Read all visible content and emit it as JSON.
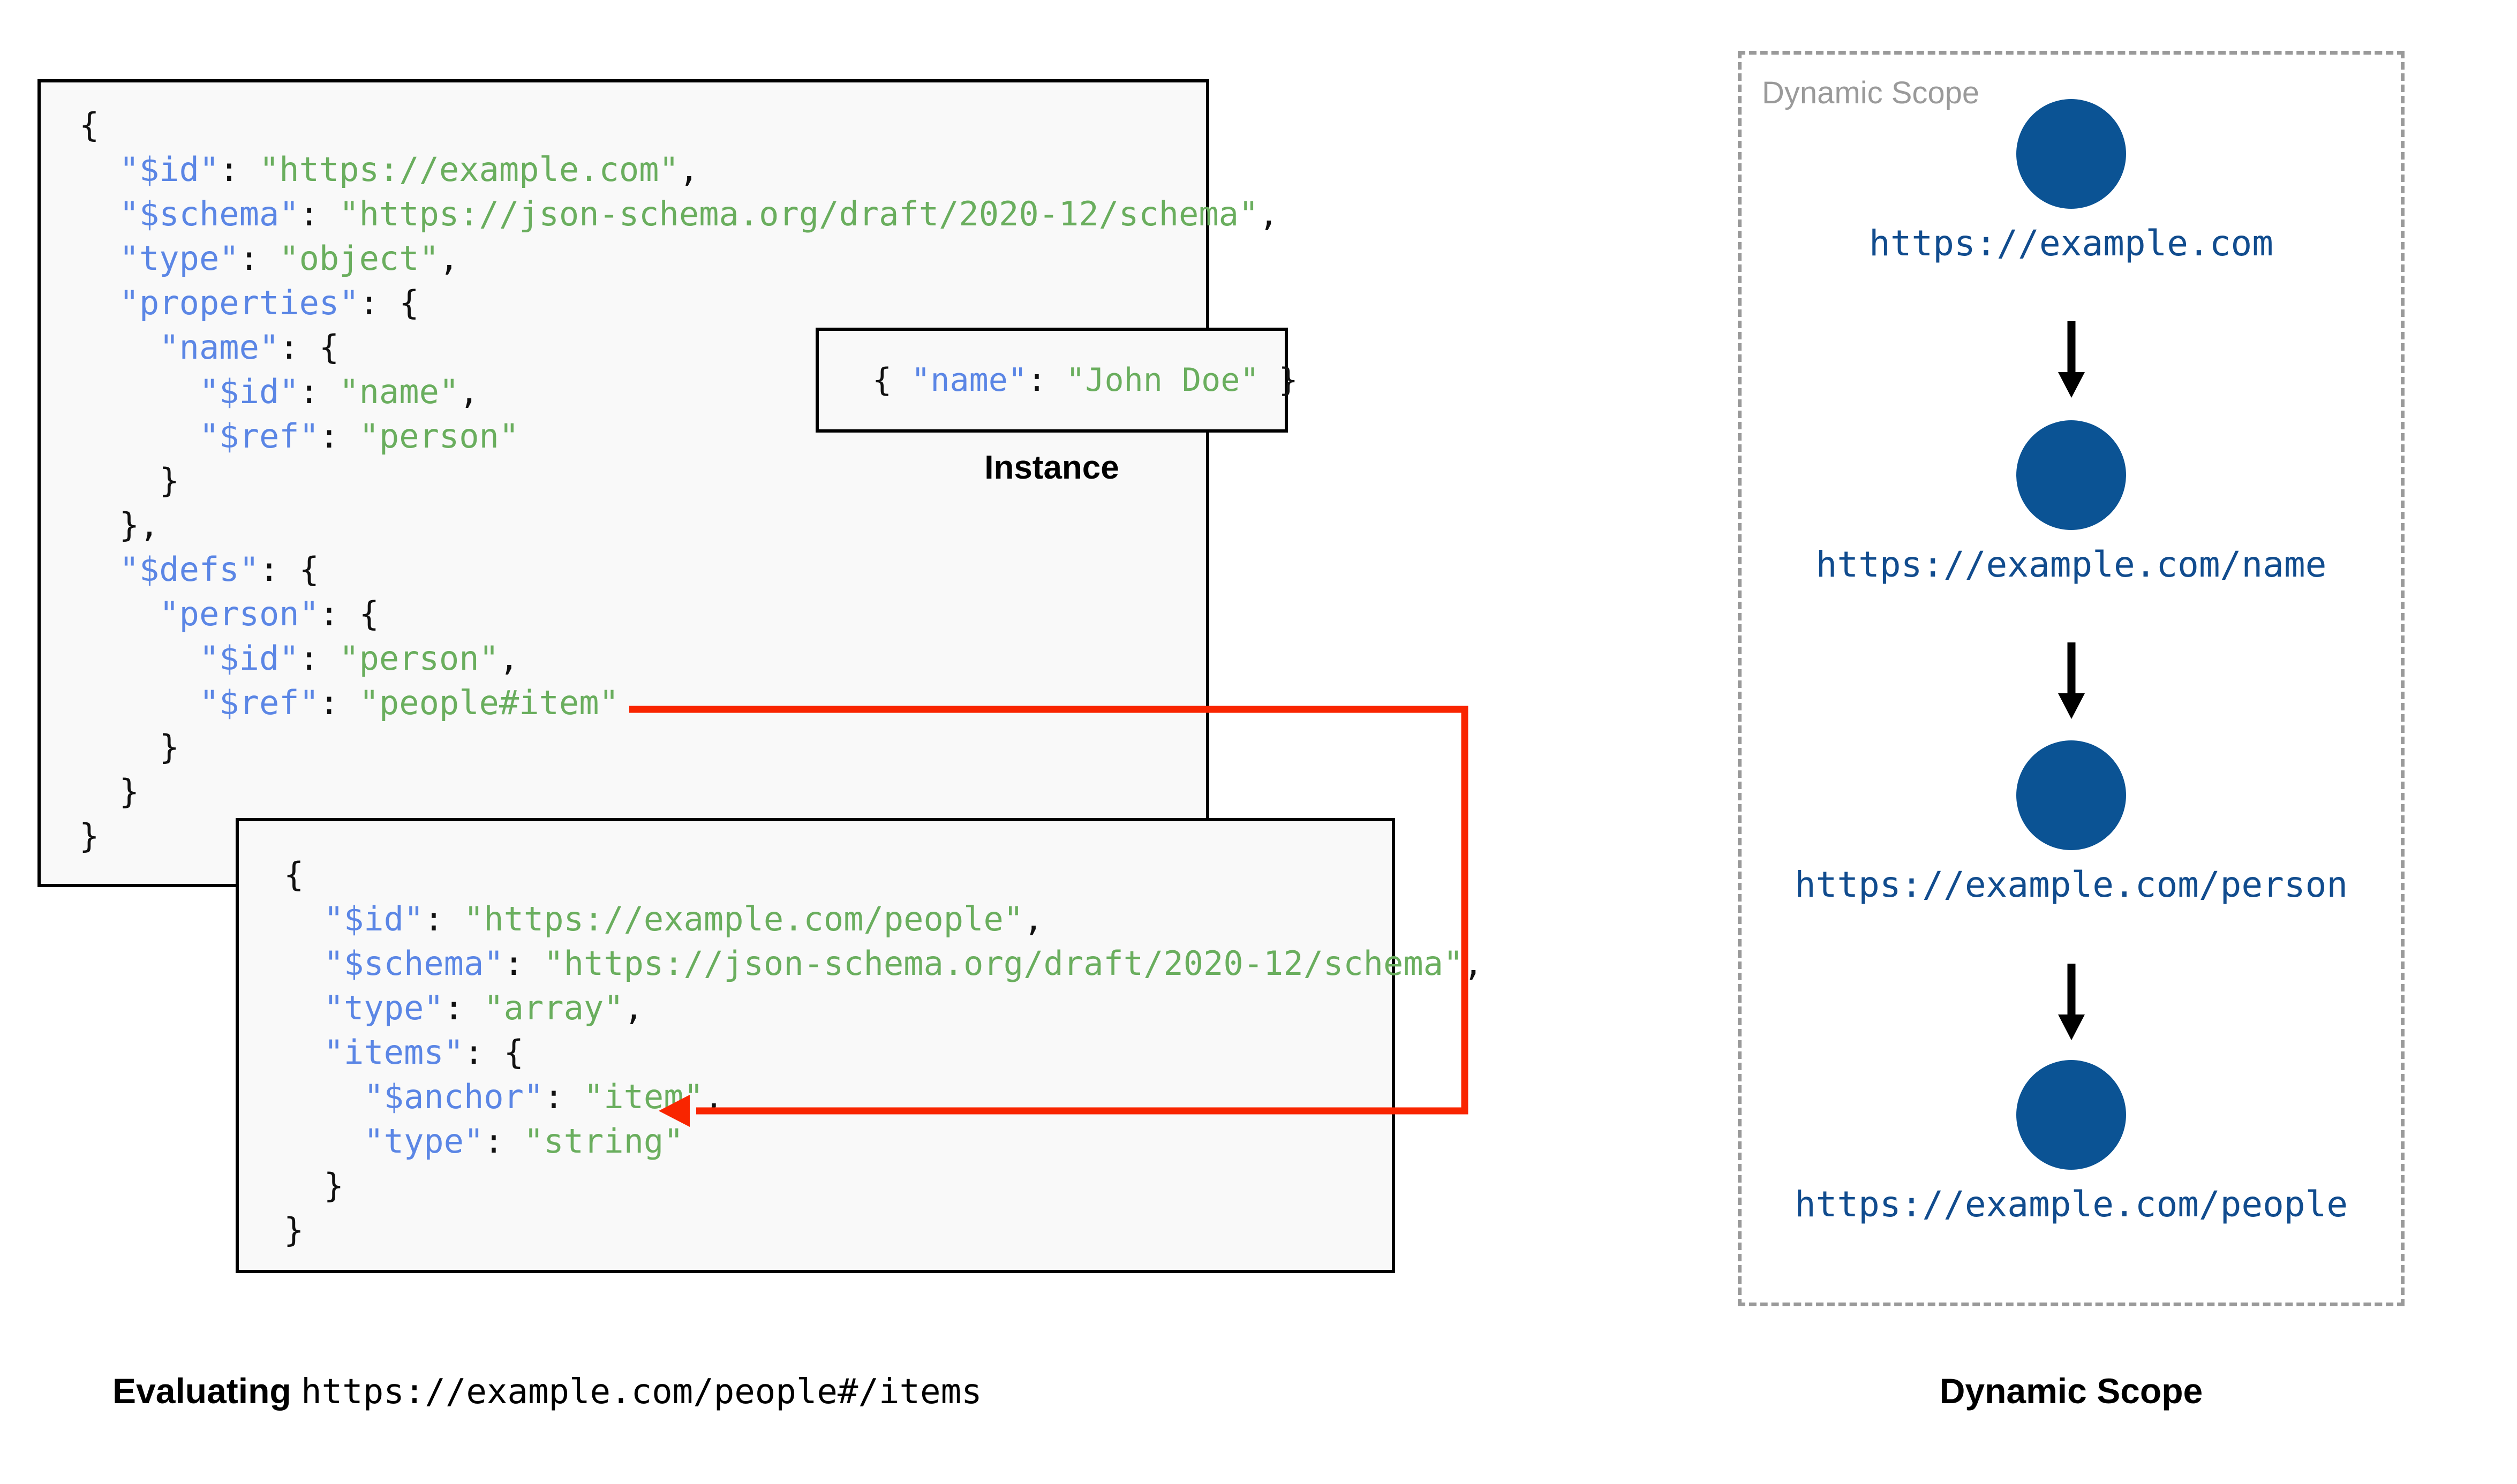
{
  "diagram": {
    "title_left": "Evaluating",
    "title_left_uri": "https://example.com/people#/items",
    "title_right": "Dynamic Scope",
    "instance_caption": "Instance",
    "dynamic_scope_label": "Dynamic Scope",
    "colors": {
      "json_key": "#5B86E5",
      "json_string": "#6AAE5E",
      "punctuation": "#111111",
      "box_border": "#000000",
      "box_fill": "#F9F9F9",
      "reference_arrow": "#F92500",
      "scope_node": "#0B5394",
      "scope_url_text": "#114C8E",
      "scope_border": "#9A9A9A"
    }
  },
  "schema_root": {
    "lines": [
      {
        "indent": 0,
        "tokens": [
          {
            "t": "{",
            "c": "p"
          }
        ]
      },
      {
        "indent": 1,
        "tokens": [
          {
            "t": "\"$id\"",
            "c": "k"
          },
          {
            "t": ": ",
            "c": "p"
          },
          {
            "t": "\"https://example.com\"",
            "c": "s"
          },
          {
            "t": ",",
            "c": "p"
          }
        ]
      },
      {
        "indent": 1,
        "tokens": [
          {
            "t": "\"$schema\"",
            "c": "k"
          },
          {
            "t": ": ",
            "c": "p"
          },
          {
            "t": "\"https://json-schema.org/draft/2020-12/schema\"",
            "c": "s"
          },
          {
            "t": ",",
            "c": "p"
          }
        ]
      },
      {
        "indent": 1,
        "tokens": [
          {
            "t": "\"type\"",
            "c": "k"
          },
          {
            "t": ": ",
            "c": "p"
          },
          {
            "t": "\"object\"",
            "c": "s"
          },
          {
            "t": ",",
            "c": "p"
          }
        ]
      },
      {
        "indent": 1,
        "tokens": [
          {
            "t": "\"properties\"",
            "c": "k"
          },
          {
            "t": ": {",
            "c": "p"
          }
        ]
      },
      {
        "indent": 2,
        "tokens": [
          {
            "t": "\"name\"",
            "c": "k"
          },
          {
            "t": ": {",
            "c": "p"
          }
        ]
      },
      {
        "indent": 3,
        "tokens": [
          {
            "t": "\"$id\"",
            "c": "k"
          },
          {
            "t": ": ",
            "c": "p"
          },
          {
            "t": "\"name\"",
            "c": "s"
          },
          {
            "t": ",",
            "c": "p"
          }
        ]
      },
      {
        "indent": 3,
        "tokens": [
          {
            "t": "\"$ref\"",
            "c": "k"
          },
          {
            "t": ": ",
            "c": "p"
          },
          {
            "t": "\"person\"",
            "c": "s"
          }
        ]
      },
      {
        "indent": 2,
        "tokens": [
          {
            "t": "}",
            "c": "p"
          }
        ]
      },
      {
        "indent": 1,
        "tokens": [
          {
            "t": "},",
            "c": "p"
          }
        ]
      },
      {
        "indent": 1,
        "tokens": [
          {
            "t": "\"$defs\"",
            "c": "k"
          },
          {
            "t": ": {",
            "c": "p"
          }
        ]
      },
      {
        "indent": 2,
        "tokens": [
          {
            "t": "\"person\"",
            "c": "k"
          },
          {
            "t": ": {",
            "c": "p"
          }
        ]
      },
      {
        "indent": 3,
        "tokens": [
          {
            "t": "\"$id\"",
            "c": "k"
          },
          {
            "t": ": ",
            "c": "p"
          },
          {
            "t": "\"person\"",
            "c": "s"
          },
          {
            "t": ",",
            "c": "p"
          }
        ]
      },
      {
        "indent": 3,
        "tokens": [
          {
            "t": "\"$ref\"",
            "c": "k"
          },
          {
            "t": ": ",
            "c": "p"
          },
          {
            "t": "\"people#item\"",
            "c": "s"
          }
        ]
      },
      {
        "indent": 2,
        "tokens": [
          {
            "t": "}",
            "c": "p"
          }
        ]
      },
      {
        "indent": 1,
        "tokens": [
          {
            "t": "}",
            "c": "p"
          }
        ]
      },
      {
        "indent": 0,
        "tokens": [
          {
            "t": "}",
            "c": "p"
          }
        ]
      }
    ]
  },
  "instance": {
    "lines": [
      {
        "indent": 0,
        "tokens": [
          {
            "t": "{ ",
            "c": "p"
          },
          {
            "t": "\"name\"",
            "c": "k"
          },
          {
            "t": ": ",
            "c": "p"
          },
          {
            "t": "\"John Doe\"",
            "c": "s"
          },
          {
            "t": " }",
            "c": "p"
          }
        ]
      }
    ]
  },
  "schema_people": {
    "lines": [
      {
        "indent": 0,
        "tokens": [
          {
            "t": "{",
            "c": "p"
          }
        ]
      },
      {
        "indent": 1,
        "tokens": [
          {
            "t": "\"$id\"",
            "c": "k"
          },
          {
            "t": ": ",
            "c": "p"
          },
          {
            "t": "\"https://example.com/people\"",
            "c": "s"
          },
          {
            "t": ",",
            "c": "p"
          }
        ]
      },
      {
        "indent": 1,
        "tokens": [
          {
            "t": "\"$schema\"",
            "c": "k"
          },
          {
            "t": ": ",
            "c": "p"
          },
          {
            "t": "\"https://json-schema.org/draft/2020-12/schema\"",
            "c": "s"
          },
          {
            "t": ",",
            "c": "p"
          }
        ]
      },
      {
        "indent": 1,
        "tokens": [
          {
            "t": "\"type\"",
            "c": "k"
          },
          {
            "t": ": ",
            "c": "p"
          },
          {
            "t": "\"array\"",
            "c": "s"
          },
          {
            "t": ",",
            "c": "p"
          }
        ]
      },
      {
        "indent": 1,
        "tokens": [
          {
            "t": "\"items\"",
            "c": "k"
          },
          {
            "t": ": {",
            "c": "p"
          }
        ]
      },
      {
        "indent": 2,
        "tokens": [
          {
            "t": "\"$anchor\"",
            "c": "k"
          },
          {
            "t": ": ",
            "c": "p"
          },
          {
            "t": "\"item\"",
            "c": "s"
          },
          {
            "t": ",",
            "c": "p"
          }
        ]
      },
      {
        "indent": 2,
        "tokens": [
          {
            "t": "\"type\"",
            "c": "k"
          },
          {
            "t": ": ",
            "c": "p"
          },
          {
            "t": "\"string\"",
            "c": "s"
          }
        ]
      },
      {
        "indent": 1,
        "tokens": [
          {
            "t": "}",
            "c": "p"
          }
        ]
      },
      {
        "indent": 0,
        "tokens": [
          {
            "t": "}",
            "c": "p"
          }
        ]
      }
    ]
  },
  "dynamic_scope": {
    "nodes": [
      {
        "url": "https://example.com"
      },
      {
        "url": "https://example.com/name"
      },
      {
        "url": "https://example.com/person"
      },
      {
        "url": "https://example.com/people"
      }
    ]
  }
}
